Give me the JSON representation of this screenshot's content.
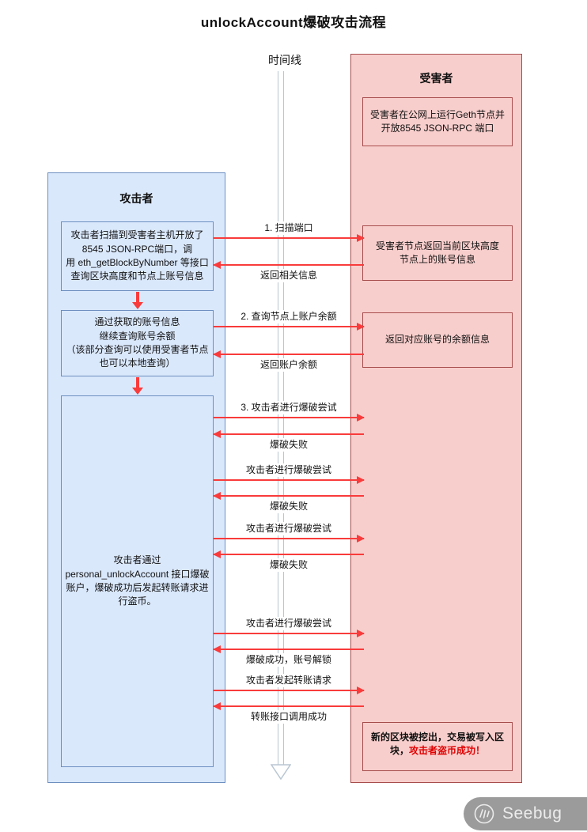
{
  "page": {
    "title": "unlockAccount爆破攻击流程",
    "timeline_label": "时间线"
  },
  "attacker": {
    "title": "攻击者",
    "steps": [
      "攻击者扫描到受害者主机开放了\n8545 JSON-RPC端口，调\n用 eth_getBlockByNumber 等接口\n查询区块高度和节点上账号信息",
      "通过获取的账号信息\n继续查询账号余额\n（该部分查询可以使用受害者节点\n也可以本地查询）",
      "攻击者通过\npersonal_unlockAccount 接口爆破\n账户，爆破成功后发起转账请求进\n行盗币。"
    ]
  },
  "victim": {
    "title": "受害者",
    "intro": "受害者在公网上运行Geth节点并\n开放8545 JSON-RPC 端口",
    "responses": [
      "受害者节点返回当前区块高度\n节点上的账号信息",
      "返回对应账号的余额信息"
    ],
    "final_black": "新的区块被挖出，交易被写入区\n块，",
    "final_red": "攻击者盗币成功！"
  },
  "messages": [
    {
      "direction": "right",
      "label": "1. 扫描端口"
    },
    {
      "direction": "left",
      "label": "返回相关信息"
    },
    {
      "direction": "right",
      "label": "2. 查询节点上账户余额"
    },
    {
      "direction": "left",
      "label": "返回账户余额"
    },
    {
      "direction": "right",
      "label": "3. 攻击者进行爆破尝试"
    },
    {
      "direction": "left",
      "label": "爆破失败"
    },
    {
      "direction": "right",
      "label": "攻击者进行爆破尝试"
    },
    {
      "direction": "left",
      "label": "爆破失败"
    },
    {
      "direction": "right",
      "label": "攻击者进行爆破尝试"
    },
    {
      "direction": "left",
      "label": "爆破失败"
    },
    {
      "direction": "right",
      "label": "攻击者进行爆破尝试"
    },
    {
      "direction": "left",
      "label": "爆破成功，账号解锁"
    },
    {
      "direction": "right",
      "label": "攻击者发起转账请求"
    },
    {
      "direction": "left",
      "label": "转账接口调用成功"
    }
  ],
  "watermark": {
    "text": "Seebug"
  },
  "colors": {
    "attacker_fill": "#dae8fc",
    "attacker_stroke": "#6c8ebf",
    "victim_fill": "#f8cecc",
    "victim_stroke": "#a64d4d",
    "arrow_red": "#f93b3b",
    "timeline_stroke": "#b9c6d2",
    "highlight_red": "#e00000"
  }
}
